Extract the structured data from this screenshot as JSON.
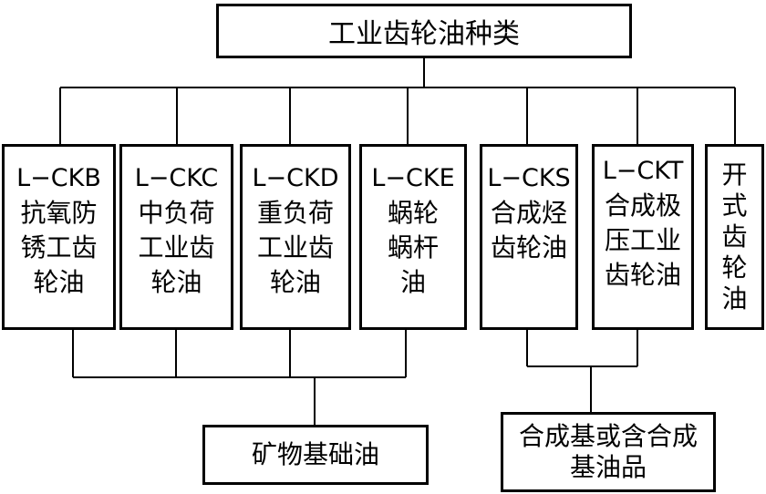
{
  "root": {
    "label": "工业齿轮油种类"
  },
  "categories": [
    {
      "code": "L−CKB",
      "lines": [
        "抗氧防",
        "锈工齿",
        "轮油"
      ]
    },
    {
      "code": "L−CKC",
      "lines": [
        "中负荷",
        "工业齿",
        "轮油"
      ]
    },
    {
      "code": "L−CKD",
      "lines": [
        "重负荷",
        "工业齿",
        "轮油"
      ]
    },
    {
      "code": "L−CKE",
      "lines": [
        "蜗轮",
        "蜗杆",
        "油"
      ]
    },
    {
      "code": "L−CKS",
      "lines": [
        "合成烃",
        "齿轮油"
      ]
    },
    {
      "code": "L−CKT",
      "lines": [
        "合成极",
        "压工业",
        "齿轮油"
      ]
    },
    {
      "code": "",
      "lines": [
        "开",
        "式",
        "齿",
        "轮",
        "油"
      ]
    }
  ],
  "base_oils": {
    "mineral": {
      "label": "矿物基础油"
    },
    "synthetic": {
      "lines": [
        "合成基或含合成",
        "基油品"
      ]
    }
  }
}
